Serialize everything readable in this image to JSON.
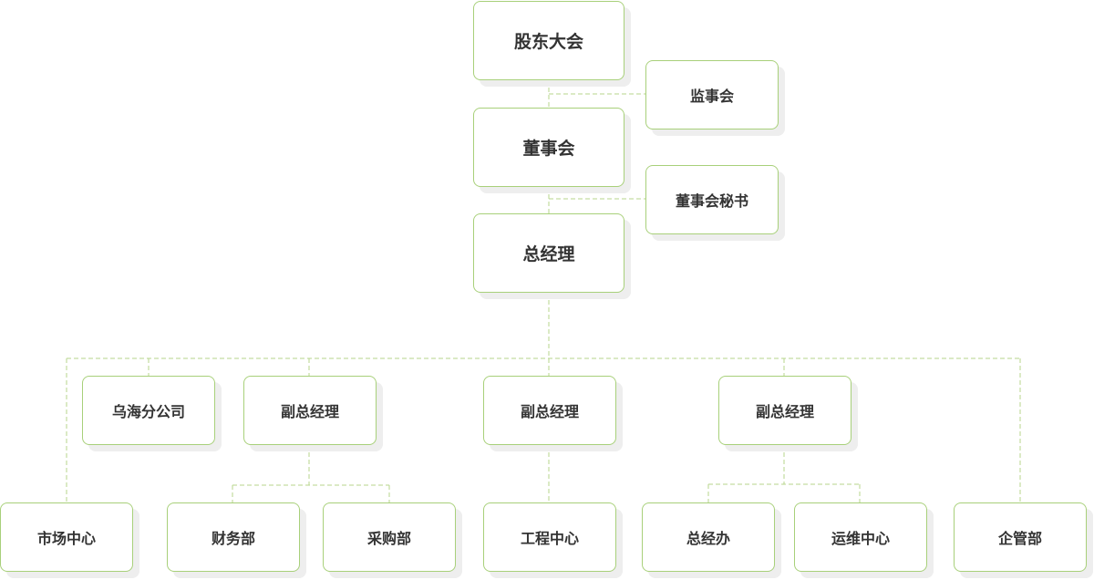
{
  "org_chart": {
    "shareholders_meeting": "股东大会",
    "supervisory_board": "监事会",
    "board_of_directors": "董事会",
    "board_secretary": "董事会秘书",
    "general_manager": "总经理",
    "wuhai_branch": "乌海分公司",
    "deputy_gm_1": "副总经理",
    "deputy_gm_2": "副总经理",
    "deputy_gm_3": "副总经理",
    "market_center": "市场中心",
    "finance_dept": "财务部",
    "purchasing_dept": "采购部",
    "engineering_center": "工程中心",
    "gm_office": "总经办",
    "operations_center": "运维中心",
    "enterprise_mgmt_dept": "企管部"
  },
  "colors": {
    "border": "#a8d07a",
    "connector": "#b7d68b",
    "text": "#333333",
    "shadow": "#eeeeee"
  }
}
